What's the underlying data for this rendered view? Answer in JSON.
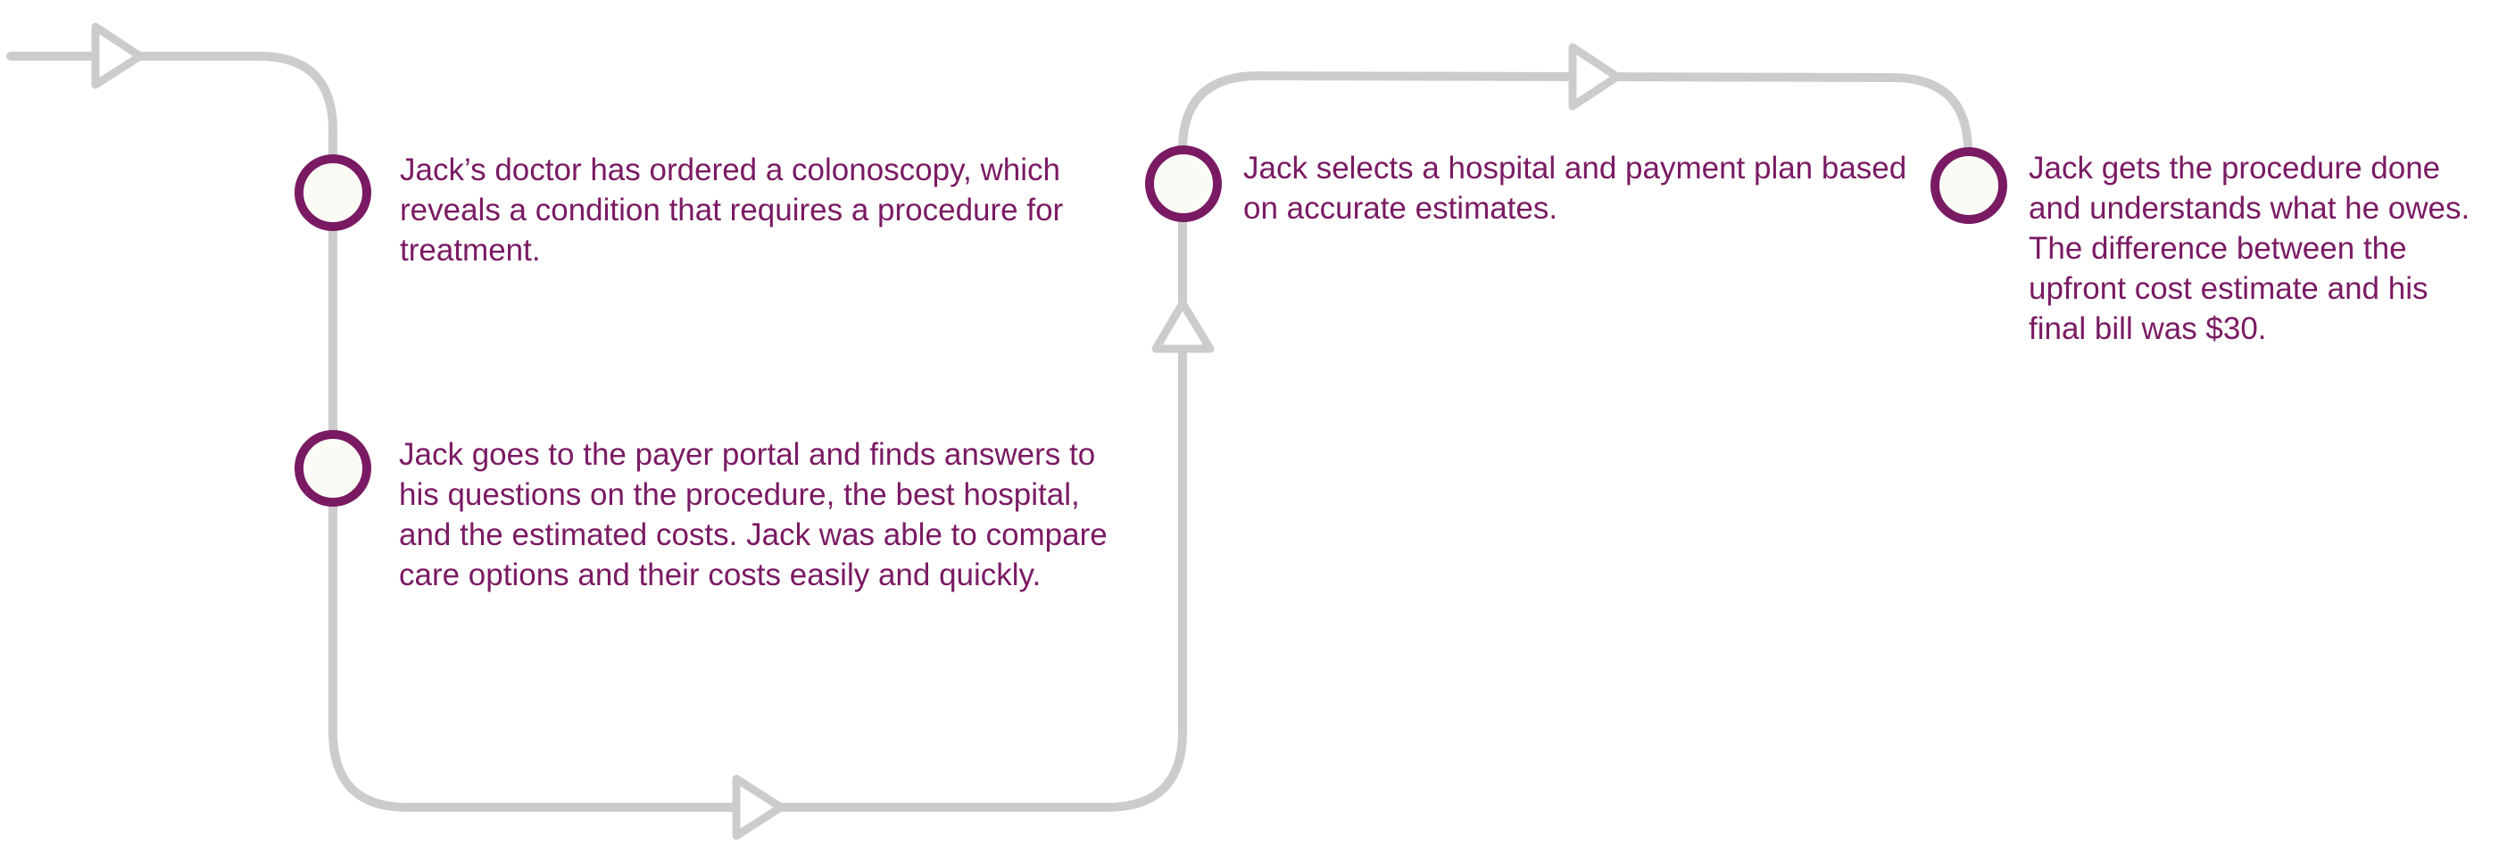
{
  "diagram": {
    "colors": {
      "path": "#cccccc",
      "node_stroke": "#7a1a63",
      "node_fill": "#fbfbf6",
      "text": "#7a1a63"
    },
    "steps": [
      {
        "text": "Jack’s doctor has ordered a colonoscopy, which reveals a condition that requires a procedure for treatment."
      },
      {
        "text": "Jack goes to the payer portal and finds answers to his questions on the procedure, the best hospital, and the estimated costs. Jack was able to compare care options and their costs easily and quickly."
      },
      {
        "text": "Jack selects a hospital and payment plan based on accurate estimates."
      },
      {
        "text": "Jack gets the procedure done and understands what he owes. The difference between the upfront cost estimate and his final bill was $30."
      }
    ]
  }
}
